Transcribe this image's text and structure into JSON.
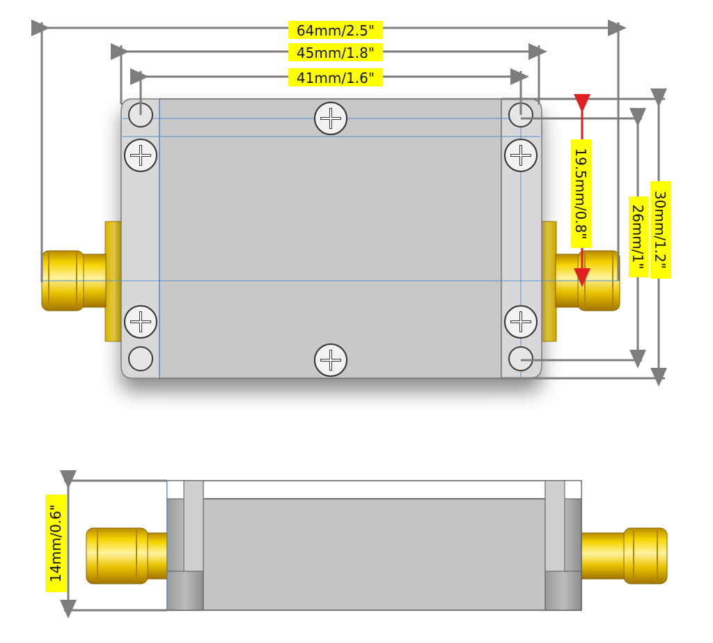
{
  "dimensions": {
    "overall_length": "64mm/2.5\"",
    "flange_length": "45mm/1.8\"",
    "hole_spacing": "41mm/1.6\"",
    "overall_width": "30mm/1.2\"",
    "hole_width_spacing": "26mm/1\"",
    "connector_offset": "19.5mm/0.8\"",
    "height": "14mm/0.6\""
  },
  "colors": {
    "label_bg": "#ffff00",
    "label_text": "#111111",
    "arrow_red": "#e02020",
    "dim_line": "#7d7d7d",
    "body": "#c8c8c8",
    "brass": "#f0c800",
    "center_line": "#4b8fd6"
  }
}
